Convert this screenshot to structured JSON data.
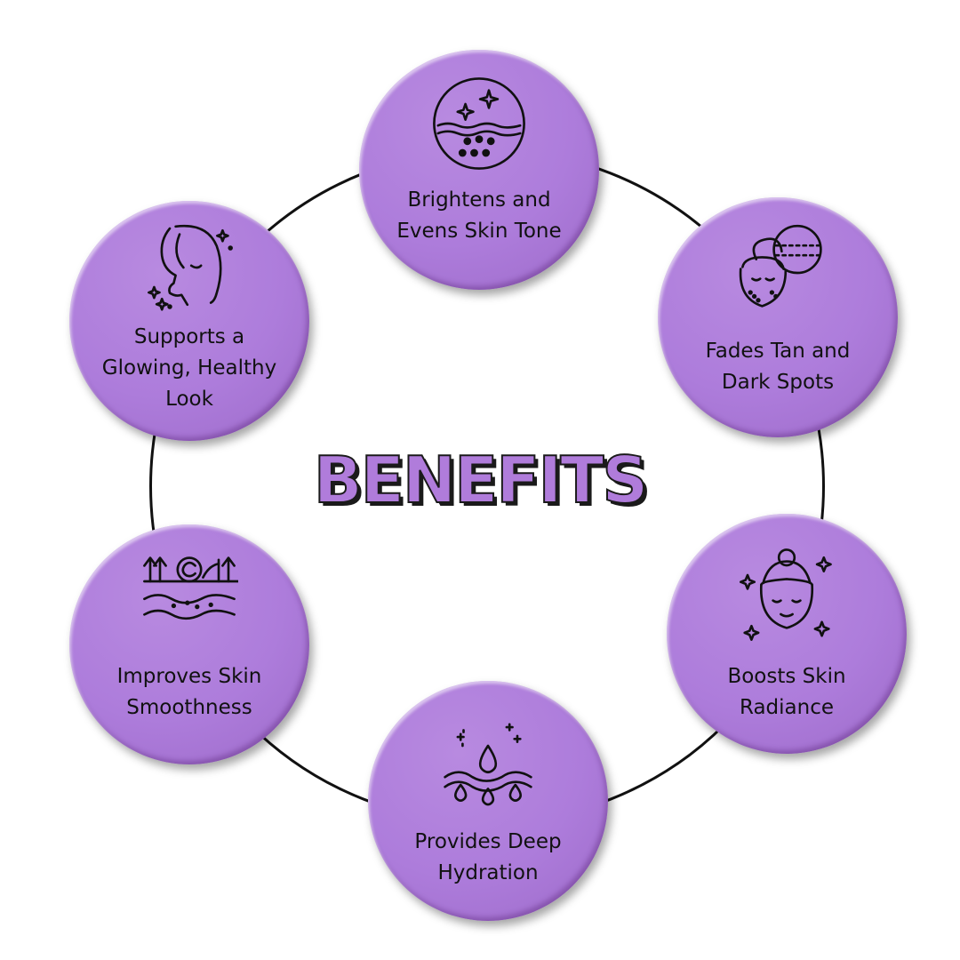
{
  "title": "BENEFITS",
  "accent_color": "#ad7cdb",
  "benefits": [
    {
      "line1": "Brightens and",
      "line2": "Evens Skin Tone",
      "line3": "",
      "icon": "skin-layer-sparkle-icon"
    },
    {
      "line1": "Fades Tan and",
      "line2": "Dark Spots",
      "line3": "",
      "icon": "face-spots-magnifier-icon"
    },
    {
      "line1": "Boosts Skin",
      "line2": "Radiance",
      "line3": "",
      "icon": "radiant-face-icon"
    },
    {
      "line1": "Provides Deep",
      "line2": "Hydration",
      "line3": "",
      "icon": "water-drops-icon"
    },
    {
      "line1": "Improves Skin",
      "line2": "Smoothness",
      "line3": "",
      "icon": "smooth-skin-arrows-icon"
    },
    {
      "line1": "Supports a",
      "line2": "Glowing, Healthy",
      "line3": "Look",
      "icon": "face-profile-glow-icon"
    }
  ]
}
